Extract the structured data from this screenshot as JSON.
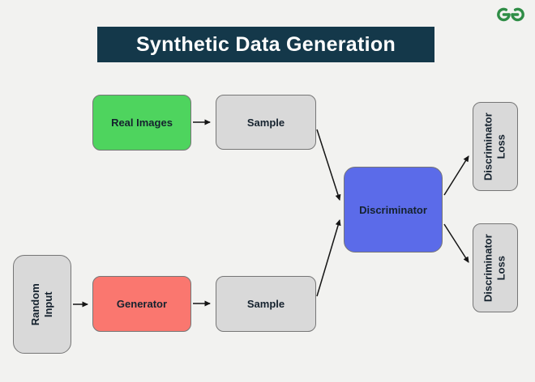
{
  "page": {
    "bg": "#f2f2f0"
  },
  "header": {
    "title": "Synthetic Data Generation",
    "bg": "#14384a",
    "text_color": "#ffffff"
  },
  "logo": {
    "label": "GeeksforGeeks logo",
    "color": "#2f8d46"
  },
  "diagram": {
    "arrow_color": "#151515",
    "nodes": {
      "real_images": {
        "label": "Real Images",
        "bg": "#4ed45e"
      },
      "sample_top": {
        "label": "Sample",
        "bg": "#d9d9d9"
      },
      "random_input": {
        "label": "Random Input",
        "bg": "#d9d9d9"
      },
      "generator": {
        "label": "Generator",
        "bg": "#fa776f"
      },
      "sample_bottom": {
        "label": "Sample",
        "bg": "#d9d9d9"
      },
      "discriminator": {
        "label": "Discriminator",
        "bg": "#5b6be9"
      },
      "discriminator_loss_top": {
        "label": "Discriminator Loss",
        "bg": "#d9d9d9"
      },
      "discriminator_loss_bottom": {
        "label": "Discriminator Loss",
        "bg": "#d9d9d9"
      }
    },
    "edges": [
      {
        "from": "real_images",
        "to": "sample_top"
      },
      {
        "from": "sample_top",
        "to": "discriminator"
      },
      {
        "from": "random_input",
        "to": "generator"
      },
      {
        "from": "generator",
        "to": "sample_bottom"
      },
      {
        "from": "sample_bottom",
        "to": "discriminator"
      },
      {
        "from": "discriminator",
        "to": "discriminator_loss_top"
      },
      {
        "from": "discriminator",
        "to": "discriminator_loss_bottom"
      }
    ]
  }
}
